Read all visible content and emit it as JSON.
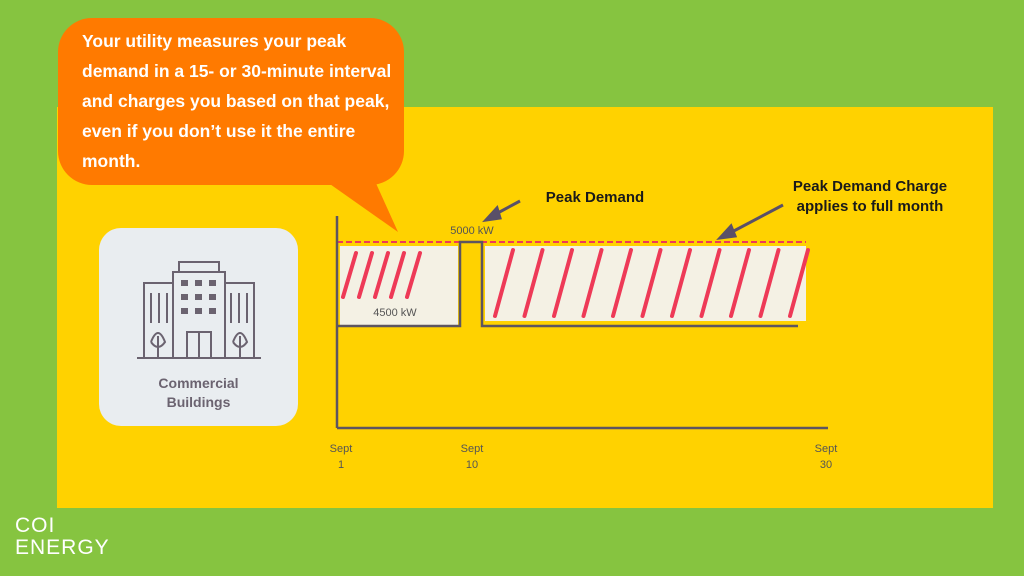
{
  "bubble_text": "Your utility measures your peak demand in a 15- or 30-minute interval and charges you based on that peak, even if you don’t use it the entire month.",
  "card": {
    "line1": "Commercial",
    "line2": "Buildings",
    "icon": "office-building-icon"
  },
  "chart": {
    "peak_label": "5000 kW",
    "base_label": "4500 kW",
    "annotation_peak": "Peak Demand",
    "annotation_charge_1": "Peak Demand Charge",
    "annotation_charge_2": "applies to full month",
    "x_labels": [
      {
        "l1": "Sept",
        "l2": "1"
      },
      {
        "l1": "Sept",
        "l2": "10"
      },
      {
        "l1": "Sept",
        "l2": "30"
      }
    ]
  },
  "logo": {
    "line1": "COI",
    "line2": "ENERGY"
  },
  "colors": {
    "green": "#86c440",
    "yellow": "#ffd200",
    "orange": "#ff7a00",
    "red": "#ee3a57"
  }
}
